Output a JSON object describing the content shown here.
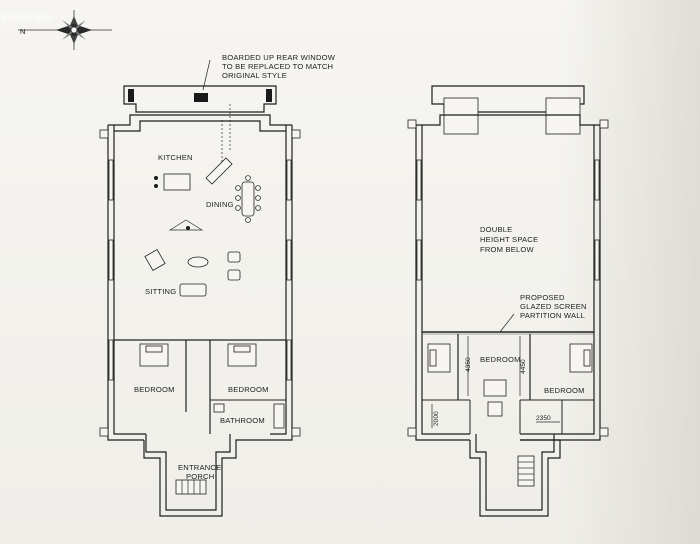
{
  "watermark": "property.ie",
  "compass": {
    "north_label": "N",
    "icon": "compass-rose-icon"
  },
  "annotation_rear_window": {
    "line1": "BOARDED UP REAR WINDOW",
    "line2": "TO BE REPLACED TO MATCH",
    "line3": "ORIGINAL STYLE"
  },
  "ground_floor": {
    "rooms": {
      "kitchen": "KITCHEN",
      "dining": "DINING",
      "sitting": "SITTING",
      "bedroom_left": "BEDROOM",
      "bedroom_right": "BEDROOM",
      "bathroom": "BATHROOM",
      "entrance_line1": "ENTRANCE",
      "entrance_line2": "PORCH"
    }
  },
  "upper_floor": {
    "double_height": {
      "line1": "DOUBLE",
      "line2": "HEIGHT SPACE",
      "line3": "FROM BELOW"
    },
    "proposed": {
      "line1": "PROPOSED",
      "line2": "GLAZED SCREEN",
      "line3": "PARTITION WALL"
    },
    "rooms": {
      "bedroom_left": "BEDROOM",
      "bedroom_right": "BEDROOM"
    },
    "dimensions": {
      "d1": "4350",
      "d2": "4450",
      "d3": "2000",
      "d4": "2350"
    }
  },
  "colors": {
    "ink": "#1e1e1e",
    "paper": "#f6f5f1"
  }
}
